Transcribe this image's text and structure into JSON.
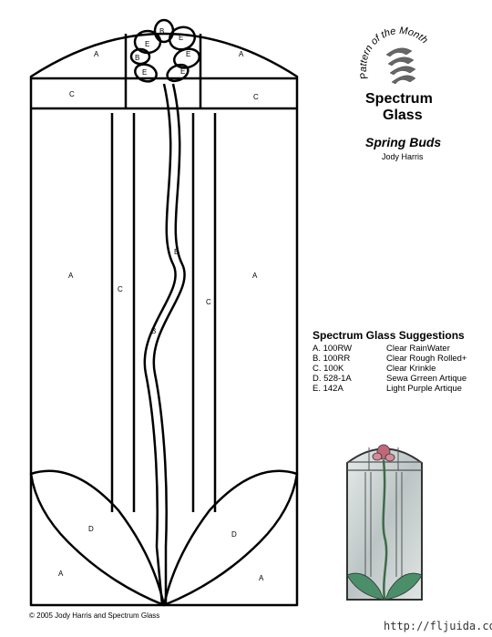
{
  "logo": {
    "tagline": "Pattern of the Month",
    "brand_line1": "Spectrum",
    "brand_line2": "Glass",
    "icon": "spectrum-s-swirl-icon"
  },
  "pattern_title": "Spring Buds",
  "author": "Jody Harris",
  "suggestions": {
    "heading": "Spectrum Glass Suggestions",
    "items": [
      {
        "code": "A.  100RW",
        "name": "Clear RainWater"
      },
      {
        "code": "B.  100RR",
        "name": "Clear  Rough Rolled+"
      },
      {
        "code": "C. 100K",
        "name": "Clear Krinkle"
      },
      {
        "code": "D.  528-1A",
        "name": "Sewa Grreen Artique"
      },
      {
        "code": "E.  142A",
        "name": "Light Purple Artique"
      }
    ]
  },
  "pattern_labels": {
    "top_left": "A",
    "top_right": "A",
    "bar_left": "C",
    "bar_right": "C",
    "petal_1": "B",
    "petal_2": "E",
    "petal_3": "E",
    "petal_4": "B",
    "petal_5": "E",
    "petal_6": "E",
    "petal_7": "E",
    "stem_upper": "B",
    "stem_lower": "B",
    "side_left": "A",
    "side_right": "A",
    "strip_left": "C",
    "strip_right": "C",
    "leaf_left": "D",
    "leaf_right": "D",
    "corner_left": "A",
    "corner_right": "A"
  },
  "footer": "© 2005 Jody Harris and Spectrum Glass",
  "watermark": "http://fljuida.com/",
  "colors": {
    "line": "#000000",
    "preview_glass": "#cfd6d6",
    "preview_leaf": "#4a8f6a",
    "preview_bud": "#c0687a",
    "watermark_bg": "#ffffff"
  }
}
